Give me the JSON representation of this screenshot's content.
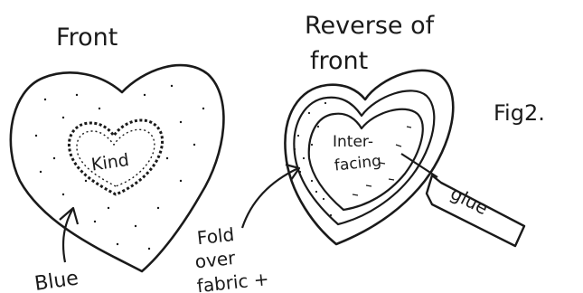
{
  "figure": {
    "front_title": "Front",
    "reverse_title_line1": "Reverse of",
    "reverse_title_line2": "front",
    "fig_label": "Fig2.",
    "front_heart_word": "Kind",
    "interfacing_line1": "Inter-",
    "interfacing_line2": "facing",
    "glue_label": "glue",
    "blue_label": "Blue",
    "fold_line1": "Fold",
    "fold_line2": "over",
    "fold_line3": "fabric +"
  },
  "colors": {
    "ink": "#1a1a1a",
    "paper": "#ffffff"
  }
}
